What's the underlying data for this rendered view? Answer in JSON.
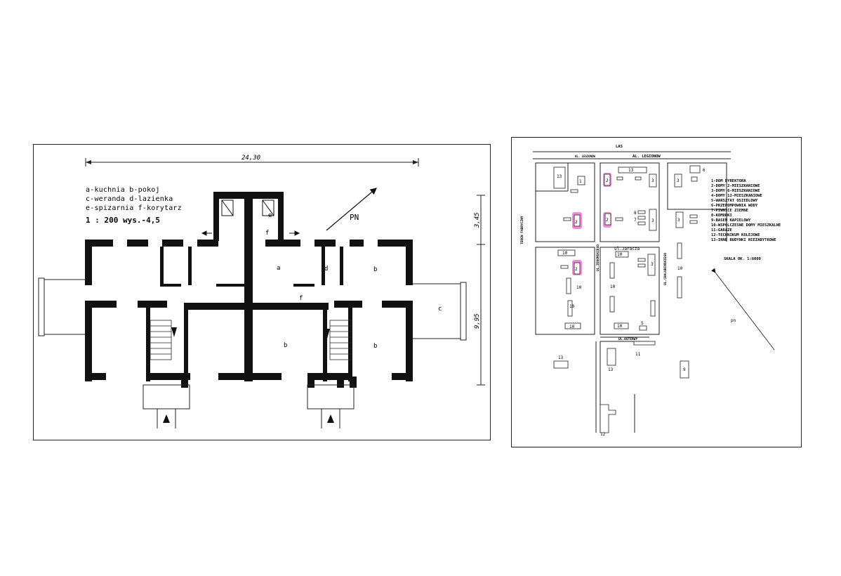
{
  "floor_plan": {
    "legend": [
      "a-kuchnia  b-pokoj",
      "c-weranda  d-lazienka",
      "e-spizarnia f-korytarz"
    ],
    "scale": "1 : 200  wys.-4,5",
    "dim_width": "24,30",
    "dim_height_top": "3,45",
    "dim_height_main": "9,95",
    "north_label": "PN",
    "room_labels": {
      "a": "a",
      "b": "b",
      "c": "c",
      "d": "d",
      "e": "e",
      "f": "f"
    }
  },
  "site_plan": {
    "top_label": "LAS",
    "street_legionow": "AL. LEGIONOW",
    "street_legionow_small": "AL. LEGIONOW",
    "street_jaracza": "ul.Jaracza",
    "street_osterwy": "UL.OSTERWY",
    "street_left_vertical": "UL.ZEROMSKIEGO",
    "street_right_vertical": "UL.CHALUBINSKIEGO",
    "side_label": "TEREN FABRYCZNY",
    "legend": [
      "1-DOM DYREKTORA",
      "2-DOMY 2-MIESZKANIOWE",
      "3-DOMY 6-MIESZKANIOWE",
      "4-DOMY 12-MIESZKANIOWE",
      "5-WARSZTAT OSIEDLOWY",
      "6-PRZEPOMPOWNIA WODY",
      "7-PIWNICE ZIEMNE",
      "8-KOMORKI",
      "9-BASEN KAPIELOWY",
      "10-WSPOLCZESNE DOMY MIESZKALNE",
      "11-GARAZE",
      "12-TECHNIKUM KOLEJOWE",
      "13-INNE BUDYNKI NIEZABYTKOWE"
    ],
    "scale_text": "SKALA OK. 1:6000",
    "north_label": "pn",
    "highlight_color": "#ec79d0",
    "building_numbers": {
      "n1": "1",
      "n2": "2",
      "n3": "3",
      "n5": "5",
      "n6": "6",
      "n7": "7",
      "n8": "8",
      "n9": "9",
      "n10": "10",
      "n11": "11",
      "n12": "12",
      "n13": "13"
    }
  }
}
